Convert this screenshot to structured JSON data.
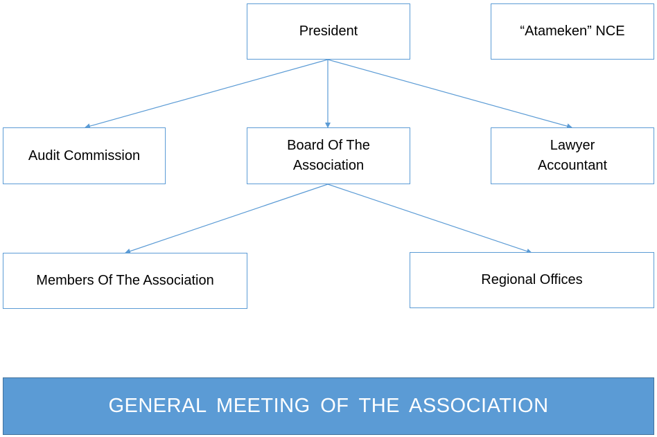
{
  "nodes": {
    "president": "President",
    "atameken": "“Atameken” NCE",
    "audit": "Audit Commission",
    "board": "Board Of The\nAssociation",
    "lawyer": "Lawyer\nAccountant",
    "members": "Members Of The Association",
    "regional": "Regional Offices"
  },
  "banner": "GENERAL MEETING OF THE ASSOCIATION",
  "colors": {
    "box_border": "#5b9bd5",
    "connector": "#5b9bd5",
    "banner_fill": "#5b9bd5",
    "banner_text": "#ffffff"
  }
}
